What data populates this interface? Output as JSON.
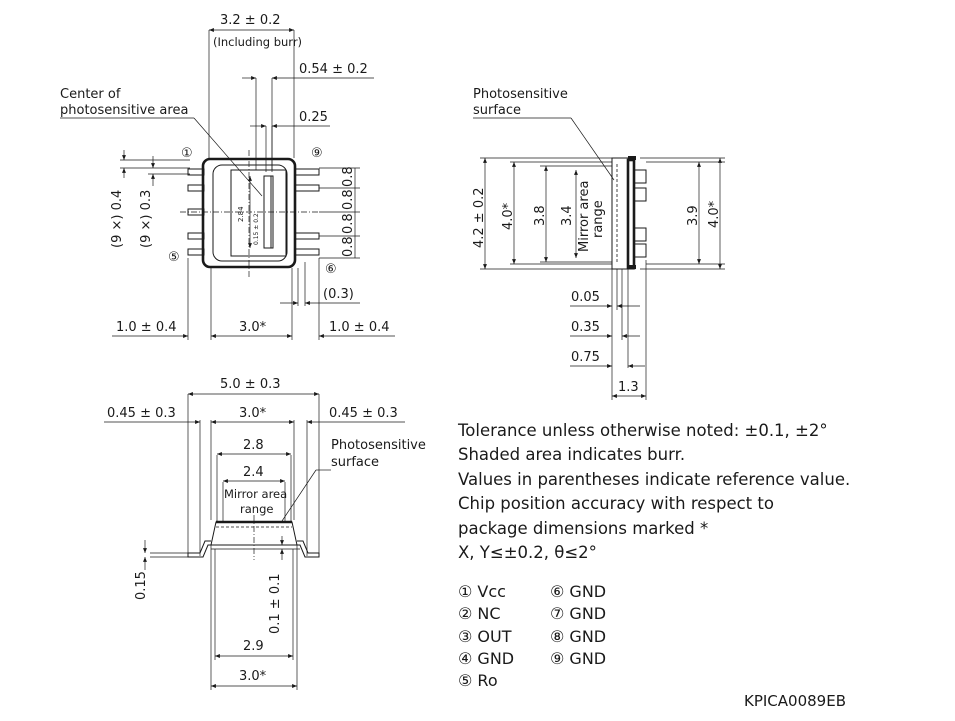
{
  "top_view": {
    "width_main": "3.2 ± 0.2",
    "width_note": "(Including burr)",
    "dim_054": "0.54 ± 0.2",
    "dim_025": "0.25",
    "center_label_1": "Center of",
    "center_label_2": "photosensitive area",
    "pitch_a": "(9 ×) 0.4",
    "pitch_b": "(9 ×) 0.3",
    "dim_284": "2.84",
    "dim_015": "0.15 ± 0.2",
    "pin1": "①",
    "pin5": "⑤",
    "pin6": "⑥",
    "pin9": "⑨",
    "lead_08": [
      "0.8",
      "0.8",
      "0.8",
      "0.8"
    ],
    "dim_03": "(0.3)",
    "left_lead": "1.0 ± 0.4",
    "body_w": "3.0*",
    "right_lead": "1.0 ± 0.4"
  },
  "side_view": {
    "photo_label_1": "Photosensitive",
    "photo_label_2": "surface",
    "h_42": "4.2 ± 0.2",
    "h_40a": "4.0*",
    "h_38": "3.8",
    "h_34": "3.4",
    "mirror_1": "Mirror area",
    "mirror_2": "range",
    "h_39": "3.9",
    "h_40b": "4.0*",
    "d_005": "0.05",
    "d_035": "0.35",
    "d_075": "0.75",
    "d_13": "1.3"
  },
  "front_view": {
    "total_w": "5.0 ± 0.3",
    "left_lead": "0.45 ± 0.3",
    "body_w": "3.0*",
    "right_lead": "0.45 ± 0.3",
    "w_28": "2.8",
    "w_24": "2.4",
    "mirror_1": "Mirror area",
    "mirror_2": "range",
    "photo_label_1": "Photosensitive",
    "photo_label_2": "surface",
    "h_015": "0.15",
    "h_01": "0.1 ± 0.1",
    "w_29": "2.9",
    "w_30": "3.0*"
  },
  "notes": [
    "Tolerance unless otherwise noted: ±0.1, ±2°",
    "Shaded area indicates burr.",
    "Values in parentheses indicate reference value.",
    "Chip position accuracy with respect to",
    "package dimensions marked *",
    "X, Y≤±0.2, θ≤2°"
  ],
  "pins_left": [
    "① Vcc",
    "② NC",
    "③ OUT",
    "④ GND",
    "⑤ Ro"
  ],
  "pins_right": [
    "⑥ GND",
    "⑦ GND",
    "⑧ GND",
    "⑨ GND"
  ],
  "code": "KPICA0089EB"
}
